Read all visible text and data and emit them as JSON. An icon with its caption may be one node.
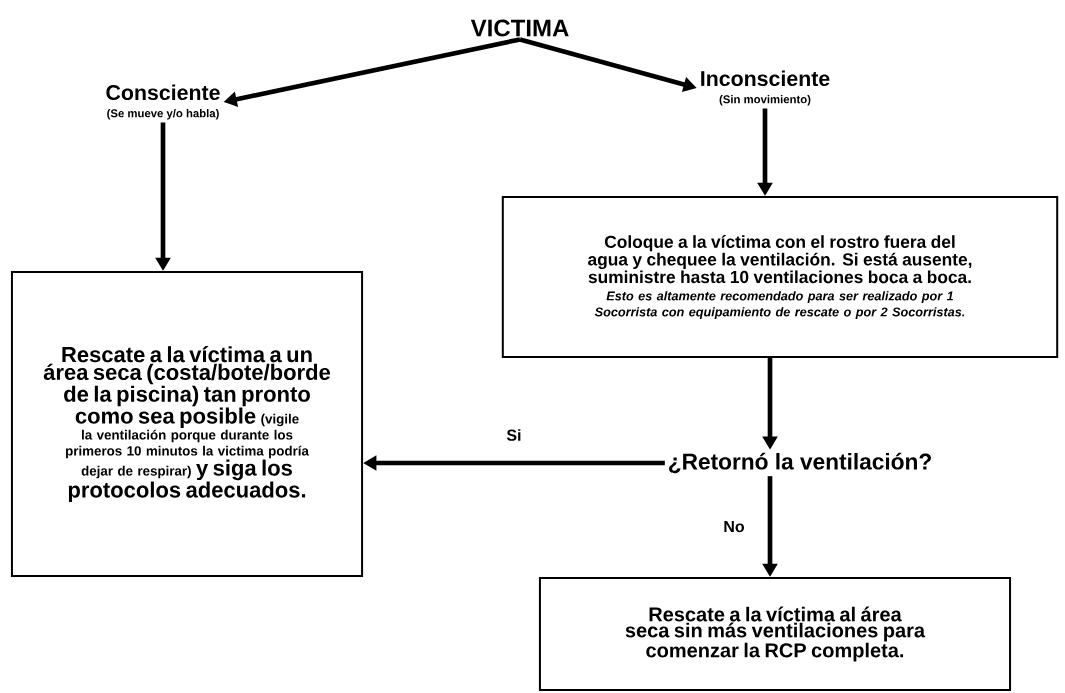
{
  "diagram": {
    "nodes": [
      {
        "text": [
          "VICTIMA"
        ]
      },
      {
        "text": [
          "Consciente",
          "(Se mueve y/o habla)"
        ]
      },
      {
        "text": [
          "Inconsciente",
          "(Sin movimiento)"
        ]
      },
      {
        "text": [
          "Rescate a la víctima a un área seca (costa/bote/borde de la piscina) tan pronto como sea posible",
          "(vigile la ventilación porque durante los primeros 10 minutos la victima podría dejar de respirar)",
          "y siga los protocolos adecuados."
        ]
      },
      {
        "text": [
          "Coloque a la víctima con el rostro fuera del agua y chequee la ventilación. Si está ausente, suministre hasta 10 ventilaciones boca a boca.",
          "Esto es altamente recomendado para ser realizado por 1 Socorrista con equipamiento de rescate o por 2 Socorristas."
        ]
      },
      {
        "text": [
          "¿Retornó la ventilación?"
        ]
      },
      {
        "text": [
          "Rescate a la víctima al área seca sin más ventilaciones para comenzar la RCP completa."
        ]
      }
    ],
    "edges": [
      {
        "from": 0,
        "to": 1,
        "arrow": "to"
      },
      {
        "from": 0,
        "to": 2,
        "arrow": "to"
      },
      {
        "from": 1,
        "to": 3,
        "arrow": "to"
      },
      {
        "from": 2,
        "to": 4,
        "arrow": "to"
      },
      {
        "from": 4,
        "to": 5,
        "arrow": "to"
      },
      {
        "from": 5,
        "to": 3,
        "arrow": "to",
        "label": "Si"
      },
      {
        "from": 5,
        "to": 6,
        "arrow": "to",
        "label": "No"
      }
    ]
  }
}
